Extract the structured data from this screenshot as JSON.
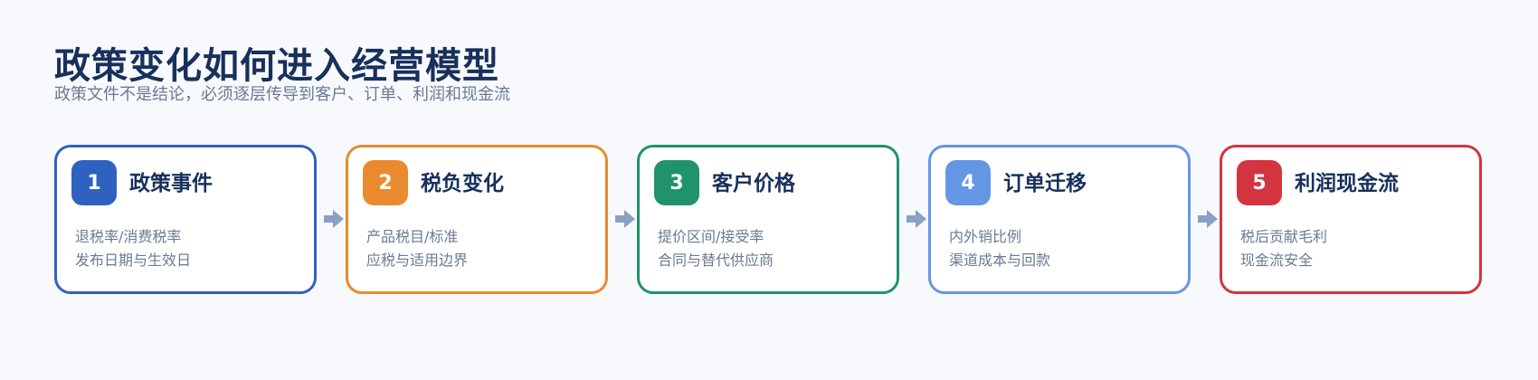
{
  "header": {
    "title": "政策变化如何进入经营模型",
    "subtitle": "政策文件不是结论，必须逐层传导到客户、订单、利润和现金流"
  },
  "steps": [
    {
      "number": "1",
      "title": "政策事件",
      "lines": [
        "退税率/消费税率",
        "发布日期与生效日"
      ],
      "color": "#2f62c0"
    },
    {
      "number": "2",
      "title": "税负变化",
      "lines": [
        "产品税目/标准",
        "应税与适用边界"
      ],
      "color": "#ea8a2e"
    },
    {
      "number": "3",
      "title": "客户价格",
      "lines": [
        "提价区间/接受率",
        "合同与替代供应商"
      ],
      "color": "#21936a"
    },
    {
      "number": "4",
      "title": "订单迁移",
      "lines": [
        "内外销比例",
        "渠道成本与回款"
      ],
      "color": "#6496e6"
    },
    {
      "number": "5",
      "title": "利润现金流",
      "lines": [
        "税后贡献毛利",
        "现金流安全"
      ],
      "color": "#d3343f"
    }
  ],
  "arrow_color": "#8aa0c4"
}
